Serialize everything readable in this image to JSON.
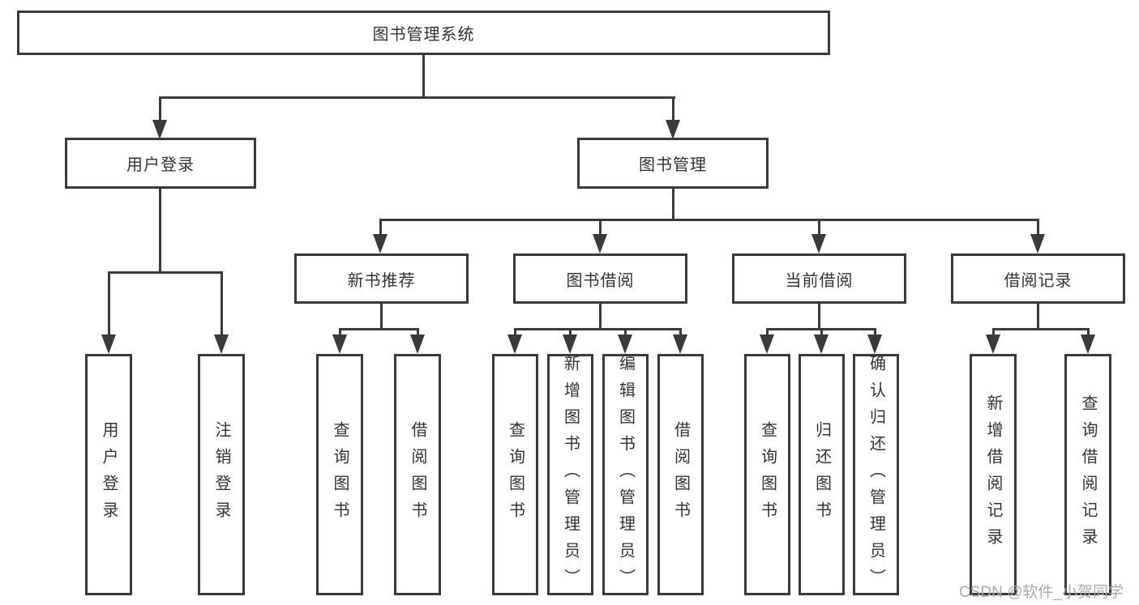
{
  "diagram": {
    "root": "图书管理系统",
    "level2": [
      "用户登录",
      "图书管理"
    ],
    "level3": [
      "新书推荐",
      "图书借阅",
      "当前借阅",
      "借阅记录"
    ],
    "leaves_user_login": [
      "用户登录",
      "注销登录"
    ],
    "leaves_new_books": [
      "查询图书",
      "借阅图书"
    ],
    "leaves_book_borrow": [
      "查询图书",
      "新增图书（管理员）",
      "编辑图书（管理员）",
      "借阅图书"
    ],
    "leaves_current_borrow": [
      "查询图书",
      "归还图书",
      "确认归还（管理员）"
    ],
    "leaves_borrow_records": [
      "新增借阅记录",
      "查询借阅记录"
    ]
  },
  "watermark": "CSDN @软件_小贺同学",
  "colors": {
    "line": "#3a3a3a",
    "text": "#333333",
    "watermark": "#a8a8b0",
    "background": "#ffffff"
  }
}
